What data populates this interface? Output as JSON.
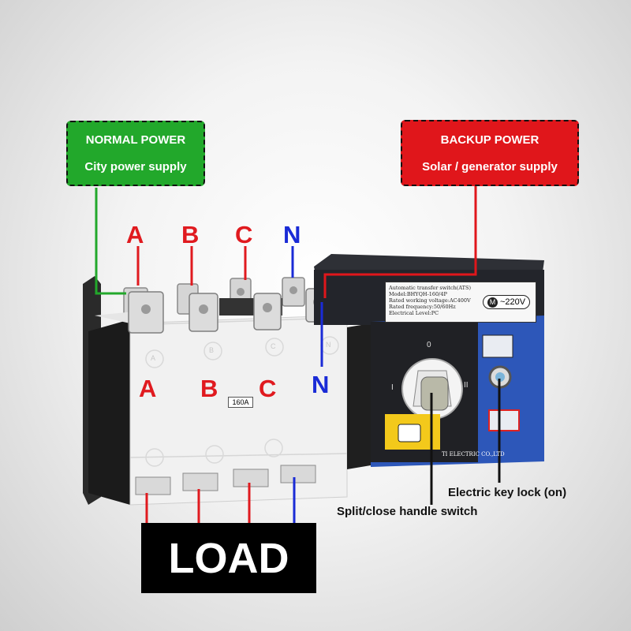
{
  "normal_power": {
    "title": "NORMAL POWER",
    "subtitle": "City power supply"
  },
  "backup_power": {
    "title": "BACKUP POWER",
    "subtitle": "Solar / generator supply"
  },
  "top_phases": [
    "A",
    "B",
    "C",
    "N"
  ],
  "bottom_phases": [
    "A",
    "B",
    "C",
    "N"
  ],
  "load_label": "LOAD",
  "key_lock_label": "Electric key lock (on)",
  "handle_label": "Split/close handle switch",
  "rating": "160A",
  "voltage": "~220V",
  "voltage_mark": "M",
  "switch_positions": [
    "0",
    "I",
    "II"
  ],
  "device_label_lines": [
    "Automatic transfer switch(ATS)",
    "Model:BHYQH-160/4P",
    "Rated working voltage:AC400V",
    "Rated frequency:50/60Hz",
    "Electrical Level:PC"
  ],
  "maker_text": "TI ELECTRIC CO.,LTD",
  "housing_phase_marks": [
    "A",
    "B",
    "C",
    "N"
  ],
  "colors": {
    "normal": "#22a82b",
    "backup": "#e0161b",
    "phase_red": "#e01a1f",
    "neutral_blue": "#1a2bd6",
    "panel_blue": "#2d57b9"
  }
}
